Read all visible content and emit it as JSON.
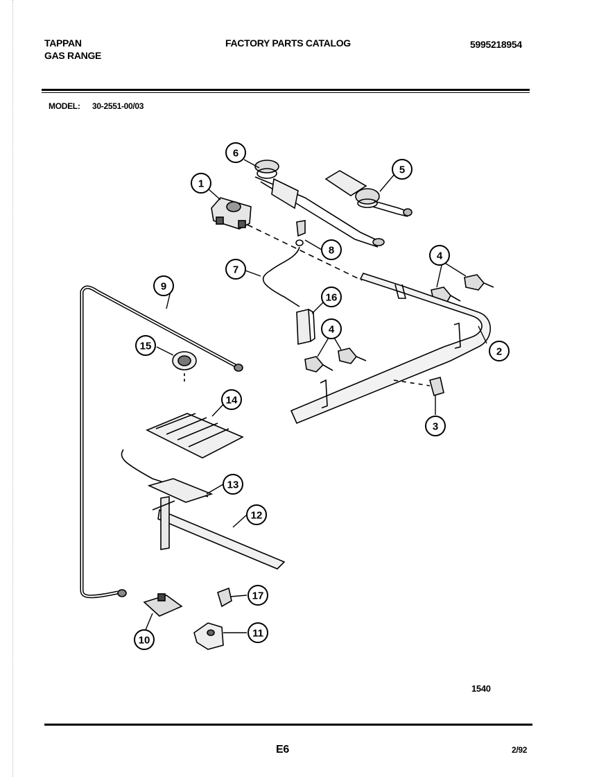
{
  "header": {
    "brand": "TAPPAN",
    "product": "GAS RANGE",
    "catalog_title": "FACTORY PARTS CATALOG",
    "catalog_number": "5995218954",
    "model_label": "MODEL:",
    "model_number": "30-2551-00/03"
  },
  "callouts": [
    "1",
    "2",
    "3",
    "4",
    "4",
    "5",
    "6",
    "7",
    "8",
    "9",
    "10",
    "11",
    "12",
    "13",
    "14",
    "15",
    "16",
    "17"
  ],
  "footer": {
    "figure_code": "1540",
    "page_id": "E6",
    "date": "2/92"
  }
}
